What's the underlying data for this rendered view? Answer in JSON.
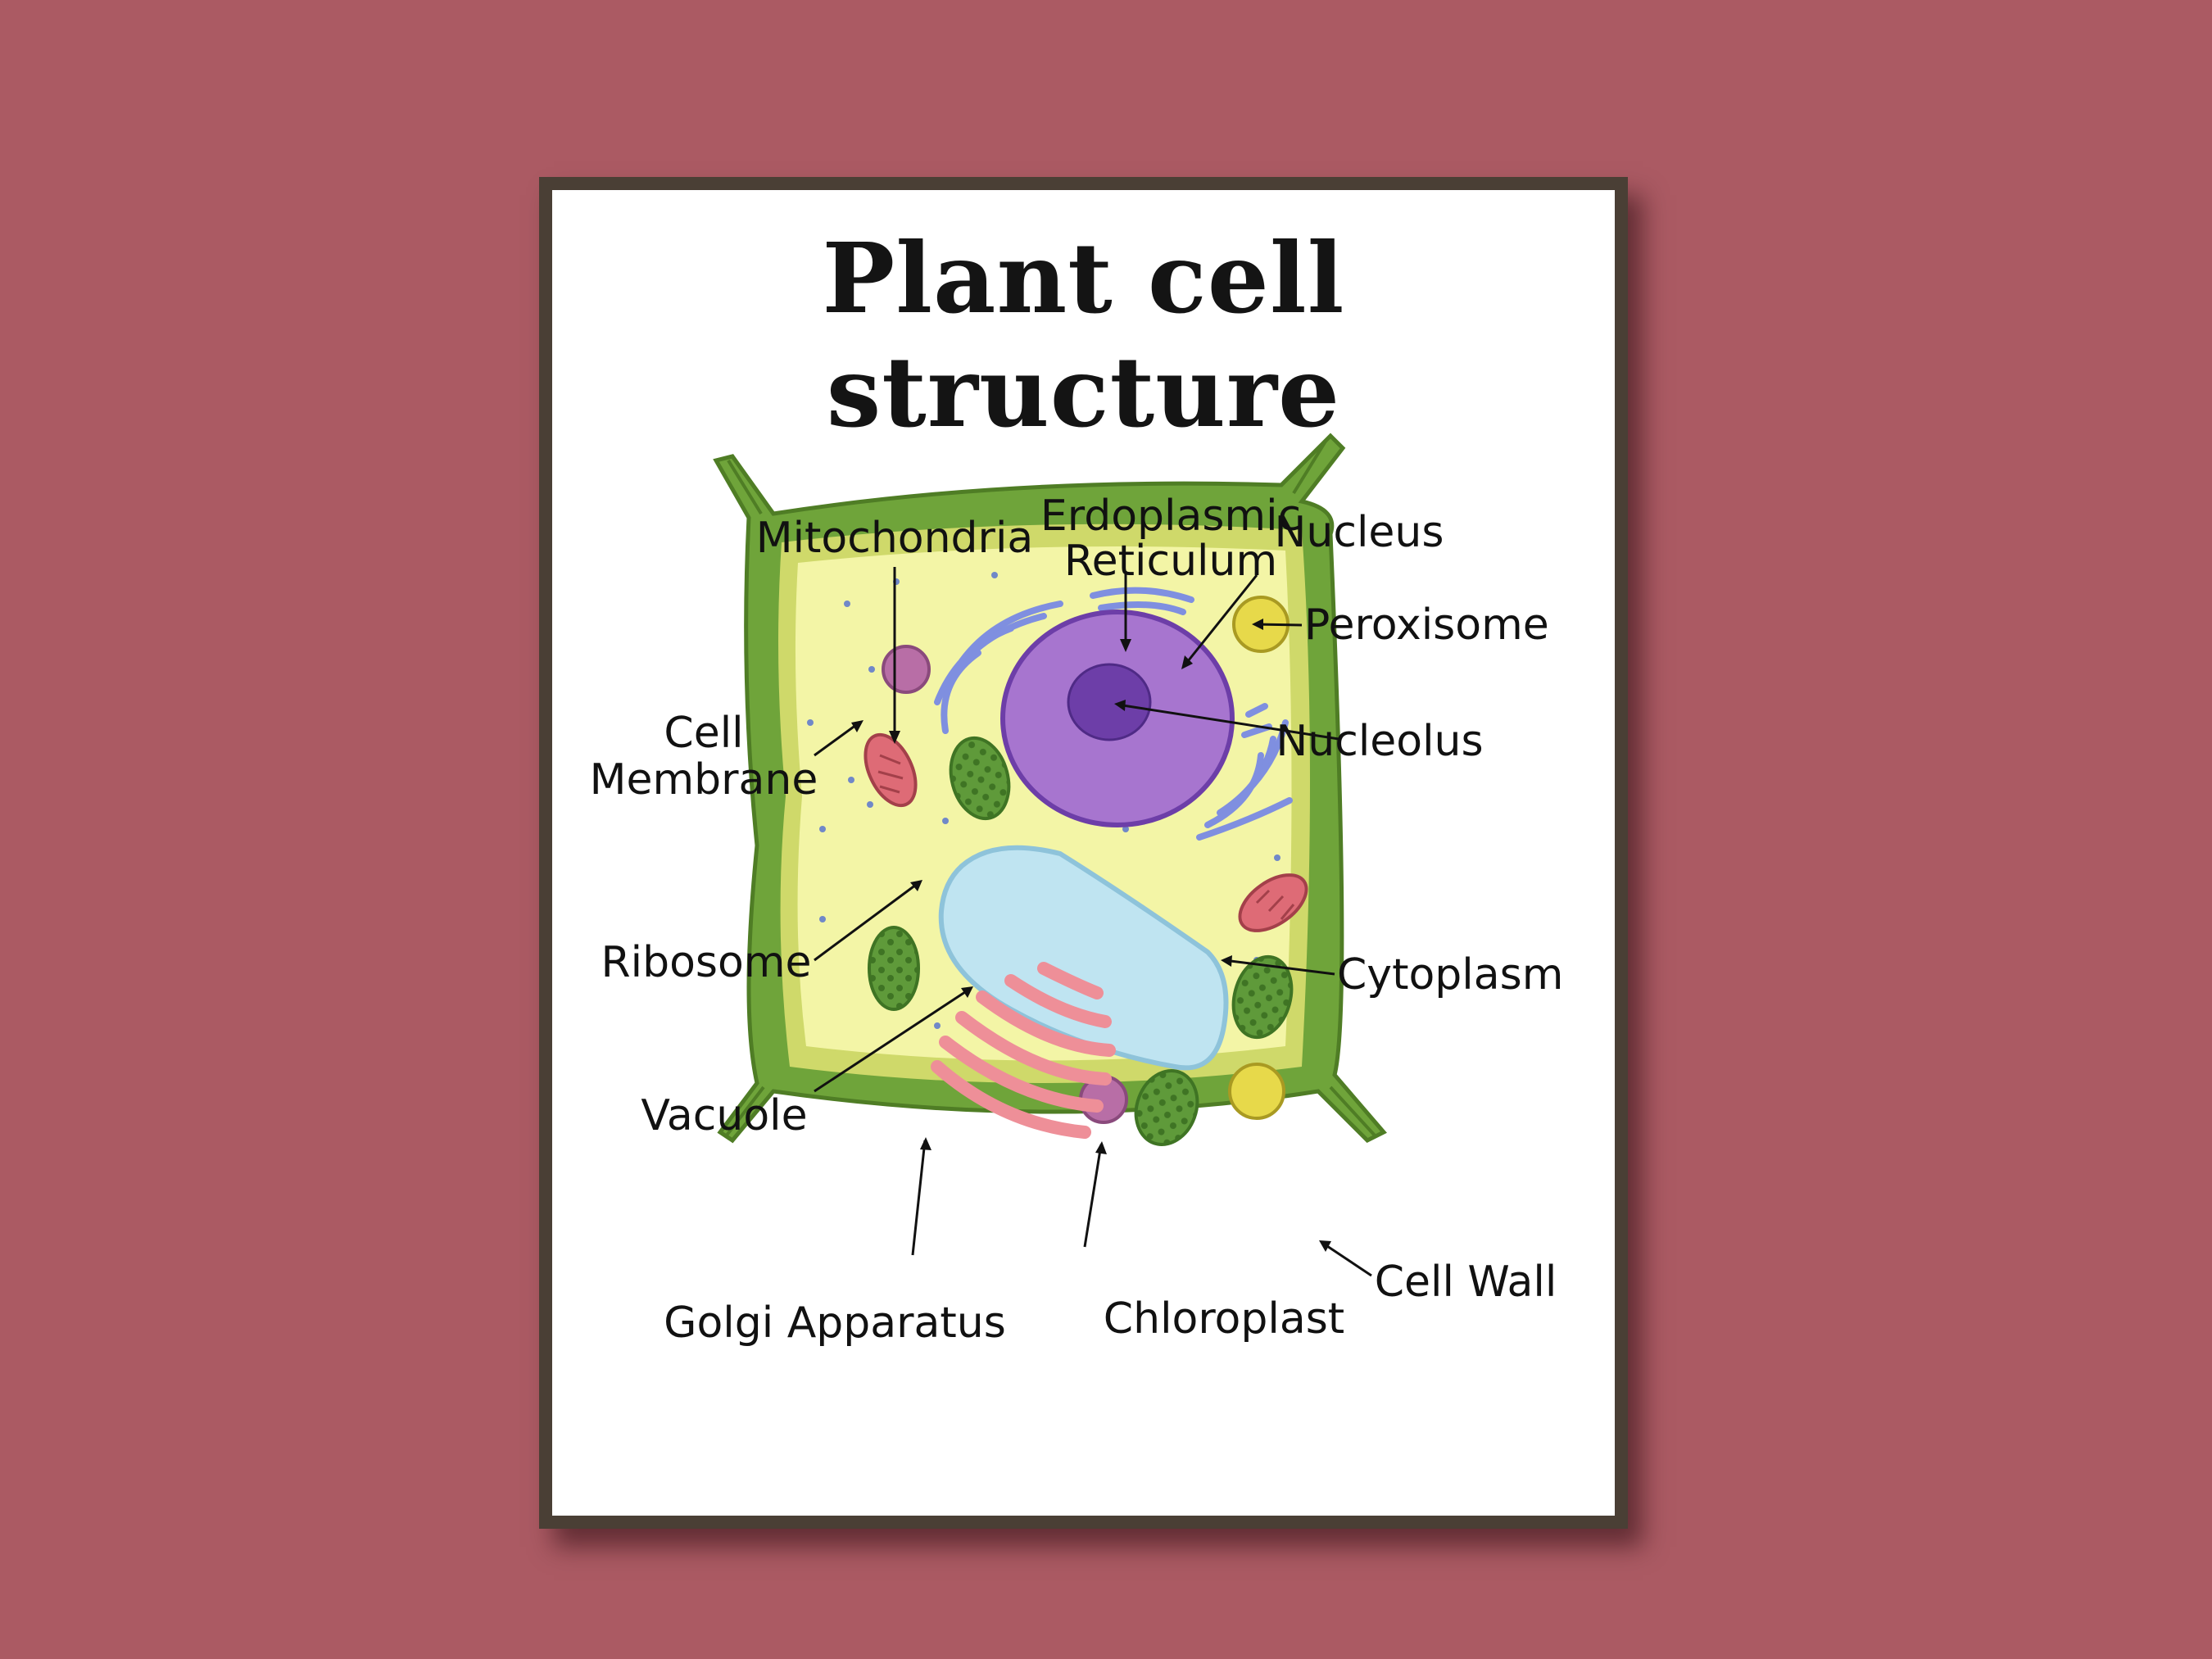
{
  "title": "Plant cell structure",
  "labels": {
    "mitochondria": "Mitochondria",
    "er_line1": "Erdoplasmic",
    "er_line2": "Reticulum",
    "nucleus": "Nucleus",
    "cell_membrane_line1": "Cell",
    "cell_membrane_line2": "Membrane",
    "peroxisome": "Peroxisome",
    "nucleolus": "Nucleolus",
    "ribosome": "Ribosome",
    "cytoplasm": "Cytoplasm",
    "vacuole": "Vacuole",
    "golgi": "Golgi Apparatus",
    "chloroplast": "Chloroplast",
    "cell_wall": "Cell Wall"
  },
  "colors": {
    "background": "#ab5a63",
    "frame": "#4a3f35",
    "cell_wall": "#6fa43a",
    "cell_wall_dark": "#4f7d25",
    "membrane": "#cfd96a",
    "cytoplasm": "#f3f5a6",
    "nucleus": "#a775cf",
    "nucleolus": "#6d3ea8",
    "er": "#7f8fe0",
    "vacuole": "#bfe4f1",
    "golgi": "#ee8f98",
    "chloroplast": "#5f9a3a",
    "mitochondria": "#de6b76",
    "peroxisome": "#e7d94a",
    "ribosome": "#7088c8"
  }
}
